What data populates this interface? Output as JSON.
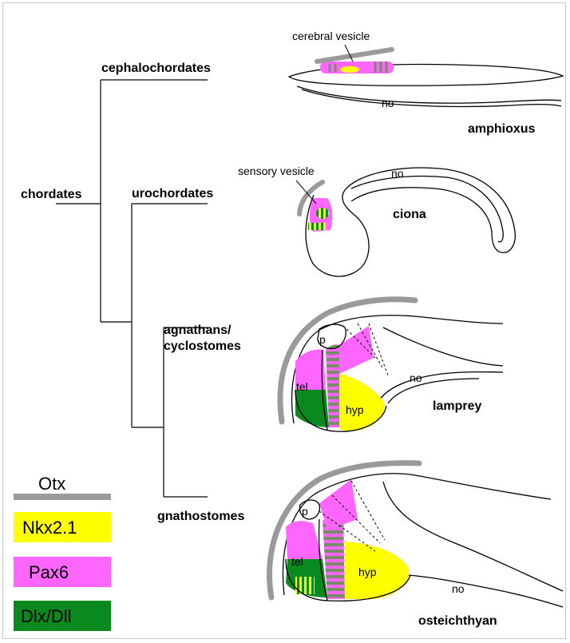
{
  "tree": {
    "root": "chordates",
    "cephalochordates": "cephalochordates",
    "urochordates": "urochordates",
    "agnathans_line1": "agnathans/",
    "agnathans_line2": "cyclostomes",
    "gnathostomes": "gnathostomes"
  },
  "organisms": {
    "amphioxus": {
      "name": "amphioxus",
      "vesicle": "cerebral vesicle",
      "notochord": "no"
    },
    "ciona": {
      "name": "ciona",
      "vesicle": "sensory vesicle",
      "notochord": "no"
    },
    "lamprey": {
      "name": "lamprey",
      "p": "p",
      "tel": "tel",
      "hyp": "hyp",
      "notochord": "no"
    },
    "osteichthyan": {
      "name": "osteichthyan",
      "p": "p",
      "tel": "tel",
      "hyp": "hyp",
      "notochord": "no"
    }
  },
  "legend": {
    "items": [
      {
        "label": "Otx",
        "color": "#9a9a9a",
        "kind": "bar"
      },
      {
        "label": "Nkx2.1",
        "color": "#ffff00",
        "kind": "box"
      },
      {
        "label": "Pax6",
        "color": "#ff66ff",
        "kind": "box"
      },
      {
        "label": "Dlx/Dll",
        "color": "#0a8a1e",
        "kind": "box"
      }
    ]
  },
  "colors": {
    "otx": "#9a9a9a",
    "nkx": "#ffff00",
    "pax6": "#ff66ff",
    "dlx": "#0a8a1e"
  }
}
